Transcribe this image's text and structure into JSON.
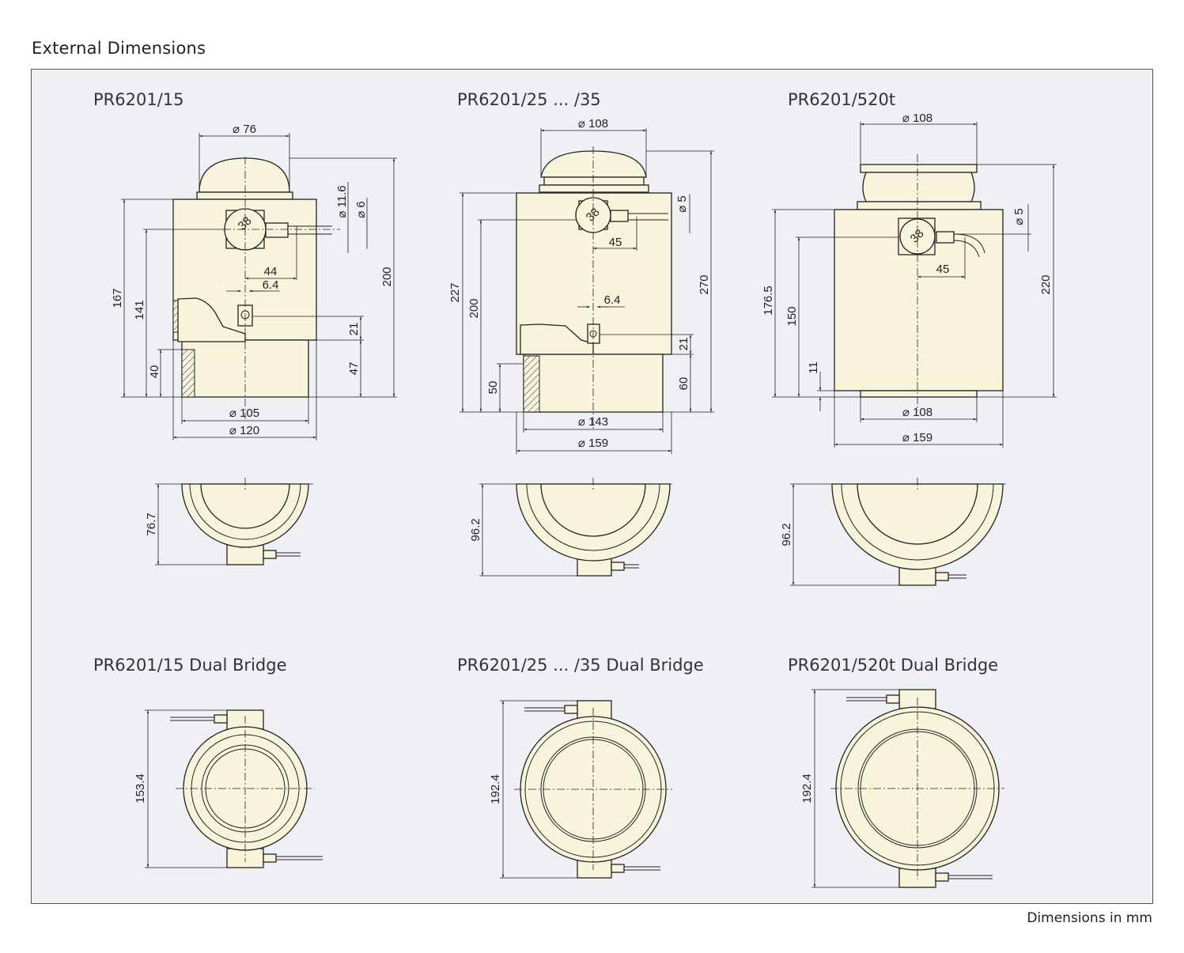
{
  "page": {
    "heading": "External Dimensions",
    "footer": "Dimensions in mm"
  },
  "drawings": {
    "pr15": {
      "title": "PR6201/15",
      "d_top": "⌀ 76",
      "d_conn": "38",
      "d_cable1": "⌀ 11.6",
      "d_cable2": "⌀ 6",
      "h_total": "200",
      "h_body": "167",
      "h_conn": "141",
      "h_base": "40",
      "h_21": "21",
      "h_47": "47",
      "w_44": "44",
      "w_64": "6.4",
      "d_105": "⌀ 105",
      "d_120": "⌀ 120",
      "top_depth": "76.7"
    },
    "pr25": {
      "title": "PR6201/25 ... /35",
      "d_top": "⌀ 108",
      "d_conn": "38",
      "d_cable": "⌀ 5",
      "h_total": "270",
      "h_body": "227",
      "h_conn": "200",
      "h_base": "50",
      "h_21": "21",
      "h_60": "60",
      "w_45": "45",
      "w_64": "6.4",
      "d_143": "⌀ 143",
      "d_159": "⌀ 159",
      "top_depth": "96.2"
    },
    "pr520": {
      "title": "PR6201/520t",
      "d_top": "⌀ 108",
      "d_conn": "38",
      "d_cable": "⌀ 5",
      "h_total": "220",
      "h_body": "176.5",
      "h_conn": "150",
      "h_11": "11",
      "w_45": "45",
      "d_bottom": "⌀ 108",
      "d_159": "⌀ 159",
      "top_depth": "96.2"
    }
  },
  "dual": {
    "pr15": {
      "title": "PR6201/15 Dual Bridge",
      "depth": "153.4"
    },
    "pr25": {
      "title": "PR6201/25 ... /35 Dual Bridge",
      "depth": "192.4"
    },
    "pr520": {
      "title": "PR6201/520t Dual Bridge",
      "depth": "192.4"
    }
  },
  "colors": {
    "frame_bg": "#eef0f4",
    "body_fill": "#f8f4dc",
    "line": "#222222"
  }
}
